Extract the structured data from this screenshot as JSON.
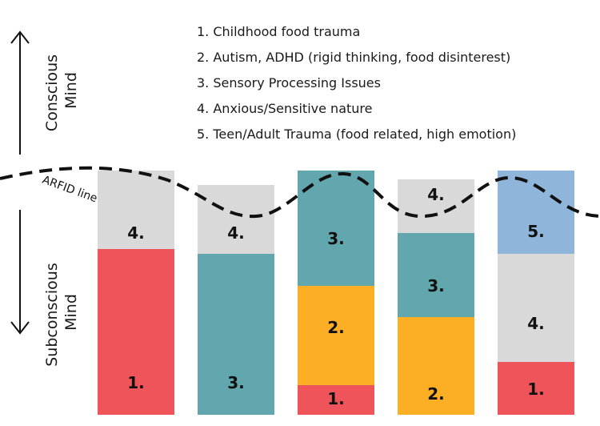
{
  "legend": {
    "items": [
      "1. Childhood food trauma",
      "2. Autism, ADHD (rigid thinking, food disinterest)",
      "3. Sensory Processing Issues",
      "4. Anxious/Sensitive nature",
      "5. Teen/Adult Trauma (food related, high emotion)"
    ]
  },
  "axis": {
    "conscious": [
      "Conscious",
      "Mind"
    ],
    "subconscious": [
      "Subconscious",
      "Mind"
    ]
  },
  "arfid_line": {
    "label": "ARFID line"
  },
  "colors": {
    "red": "#f0545b",
    "teal": "#62a7ad",
    "orange": "#fcae24",
    "gray": "#d9d9d9",
    "blue": "#8fb5db"
  },
  "columns": [
    {
      "segments": [
        {
          "label": "4.",
          "color": "gray"
        },
        {
          "label": "1.",
          "color": "red"
        }
      ]
    },
    {
      "segments": [
        {
          "label": "4.",
          "color": "gray"
        },
        {
          "label": "3.",
          "color": "teal"
        }
      ]
    },
    {
      "segments": [
        {
          "label": "3.",
          "color": "teal"
        },
        {
          "label": "2.",
          "color": "orange"
        },
        {
          "label": "1.",
          "color": "red"
        }
      ]
    },
    {
      "segments": [
        {
          "label": "4.",
          "color": "gray"
        },
        {
          "label": "3.",
          "color": "teal"
        },
        {
          "label": "2.",
          "color": "orange"
        }
      ]
    },
    {
      "segments": [
        {
          "label": "5.",
          "color": "blue"
        },
        {
          "label": "4.",
          "color": "gray"
        },
        {
          "label": "1.",
          "color": "red"
        }
      ]
    }
  ]
}
